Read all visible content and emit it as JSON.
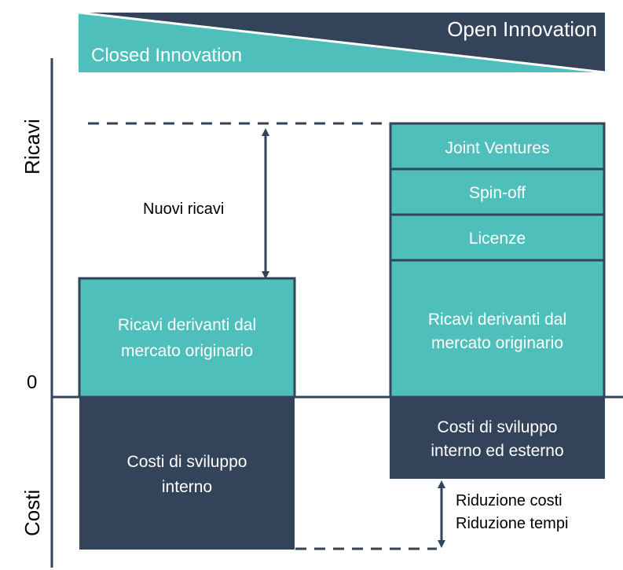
{
  "header": {
    "open_label": "Open Innovation",
    "closed_label": "Closed Innovation"
  },
  "axis": {
    "top_label": "Ricavi",
    "bottom_label": "Costi",
    "zero_label": "0"
  },
  "left_column": {
    "revenue_label_line1": "Ricavi derivanti dal",
    "revenue_label_line2": "mercato originario",
    "cost_label_line1": "Costi di sviluppo",
    "cost_label_line2": "interno"
  },
  "right_column": {
    "stack_items": [
      "Joint Ventures",
      "Spin-off",
      "Licenze"
    ],
    "revenue_label_line1": "Ricavi derivanti dal",
    "revenue_label_line2": "mercato originario",
    "cost_label_line1": "Costi di sviluppo",
    "cost_label_line2": "interno ed esterno"
  },
  "annotations": {
    "new_revenue": "Nuovi ricavi",
    "cost_reduction": "Riduzione costi",
    "time_reduction": "Riduzione tempi"
  },
  "colors": {
    "teal": "#4ebfbb",
    "navy": "#33445a",
    "text_dark": "#000000",
    "text_light": "#ffffff"
  }
}
